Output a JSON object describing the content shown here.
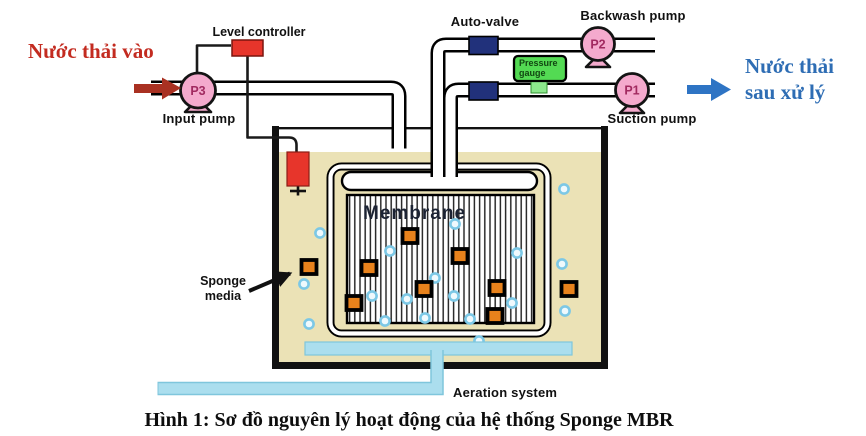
{
  "diagram": {
    "caption": "Hình 1: Sơ đồ nguyên lý hoạt động của hệ thống Sponge MBR",
    "inlet_label": "Nước thải vào",
    "outlet_label": [
      "Nước thải",
      "sau xử lý"
    ],
    "components": {
      "level_controller": "Level controller",
      "auto_valve": "Auto-valve",
      "backwash_pump": "Backwash pump",
      "pressure_gauge": [
        "Pressure",
        "gauge"
      ],
      "suction_pump": "Suction pump",
      "input_pump": "Input pump",
      "membrane": "Membrane",
      "sponge_media": [
        "Sponge",
        "media"
      ],
      "aeration_system": "Aeration system"
    },
    "pump_ids": {
      "input": "P3",
      "backwash": "P2",
      "suction": "P1"
    },
    "colors": {
      "pump_fill": "#F4AACD",
      "pump_text": "#A12A60",
      "valve_fill": "#21317B",
      "gauge_fill": "#53DA53",
      "gauge_stem": "#8DE98D",
      "sensor_red": "#E7352B",
      "liquid_tan": "#EBE2B6",
      "aeration_blue": "#ABDEEE",
      "sponge_orange": "#E8821C",
      "bubble_blue": "#7CC8E6",
      "arrow_red": "#A93122",
      "arrow_blue": "#2E74C4",
      "inlet_text_red": "#C32B20",
      "outlet_text_blue": "#2E6DB4"
    }
  }
}
